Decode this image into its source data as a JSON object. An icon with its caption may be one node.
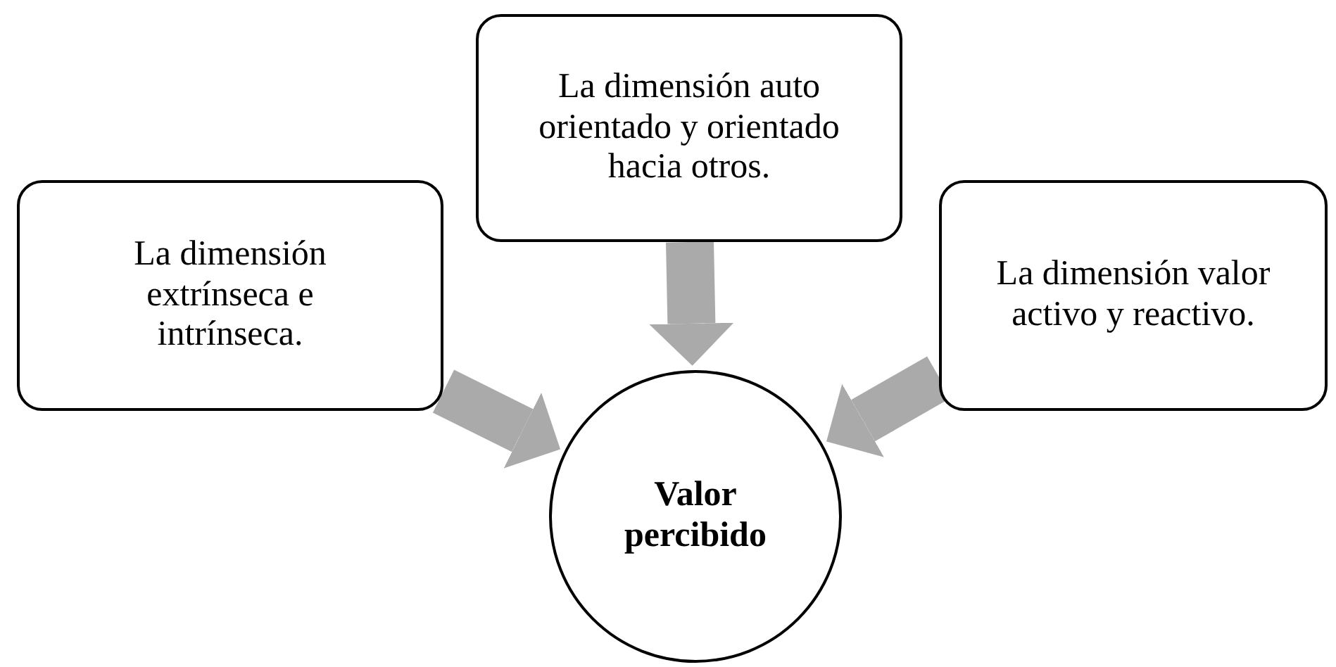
{
  "diagram": {
    "nodes": [
      {
        "text": [
          "La dimensión extrínseca e intrínseca."
        ]
      },
      {
        "text": [
          "La dimensión auto orientado y orientado hacia otros."
        ]
      },
      {
        "text": [
          "La dimensión valor activo y reactivo."
        ]
      },
      {
        "text": [
          "Valor percibido"
        ]
      }
    ],
    "edges": [
      {
        "from": 0,
        "to": 3,
        "arrow": "to"
      },
      {
        "from": 1,
        "to": 3,
        "arrow": "to"
      },
      {
        "from": 2,
        "to": 3,
        "arrow": "to"
      }
    ]
  }
}
